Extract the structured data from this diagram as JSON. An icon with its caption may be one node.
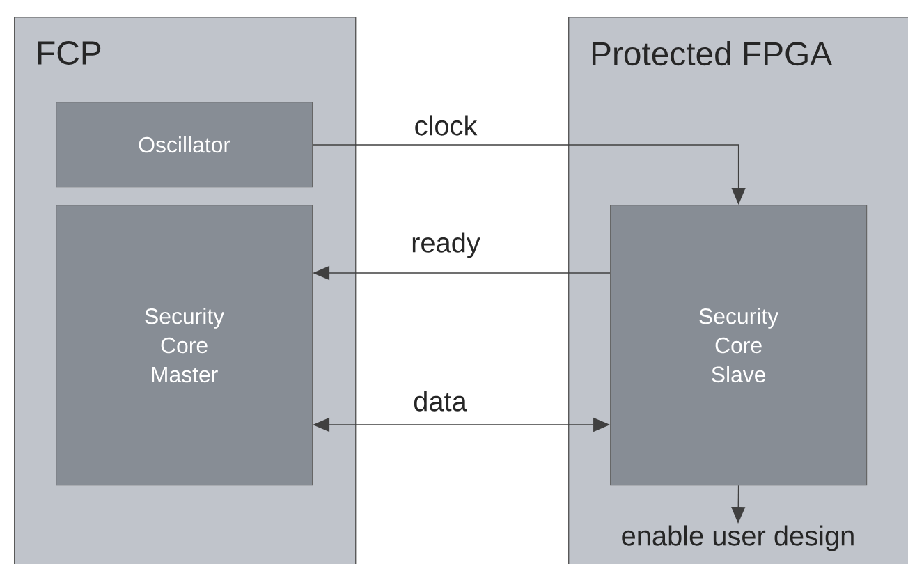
{
  "diagram": {
    "nodes": [
      {
        "text": [
          "FCP"
        ]
      },
      {
        "text": [
          "Protected FPGA"
        ]
      },
      {
        "text": [
          "Oscillator"
        ],
        "in": 0
      },
      {
        "text": [
          "Security Core Master"
        ],
        "in": 0
      },
      {
        "text": [
          "Security Core Slave"
        ],
        "in": 1
      },
      {
        "text": [
          "enable user design"
        ],
        "in": 1
      }
    ],
    "edges": [
      {
        "from": 2,
        "to": 4,
        "arrow": "to",
        "label": "clock"
      },
      {
        "from": 4,
        "to": 3,
        "arrow": "to",
        "label": "ready"
      },
      {
        "from": 3,
        "to": 4,
        "arrow": "both",
        "label": "data"
      },
      {
        "from": 4,
        "to": 5,
        "arrow": "to"
      }
    ]
  }
}
